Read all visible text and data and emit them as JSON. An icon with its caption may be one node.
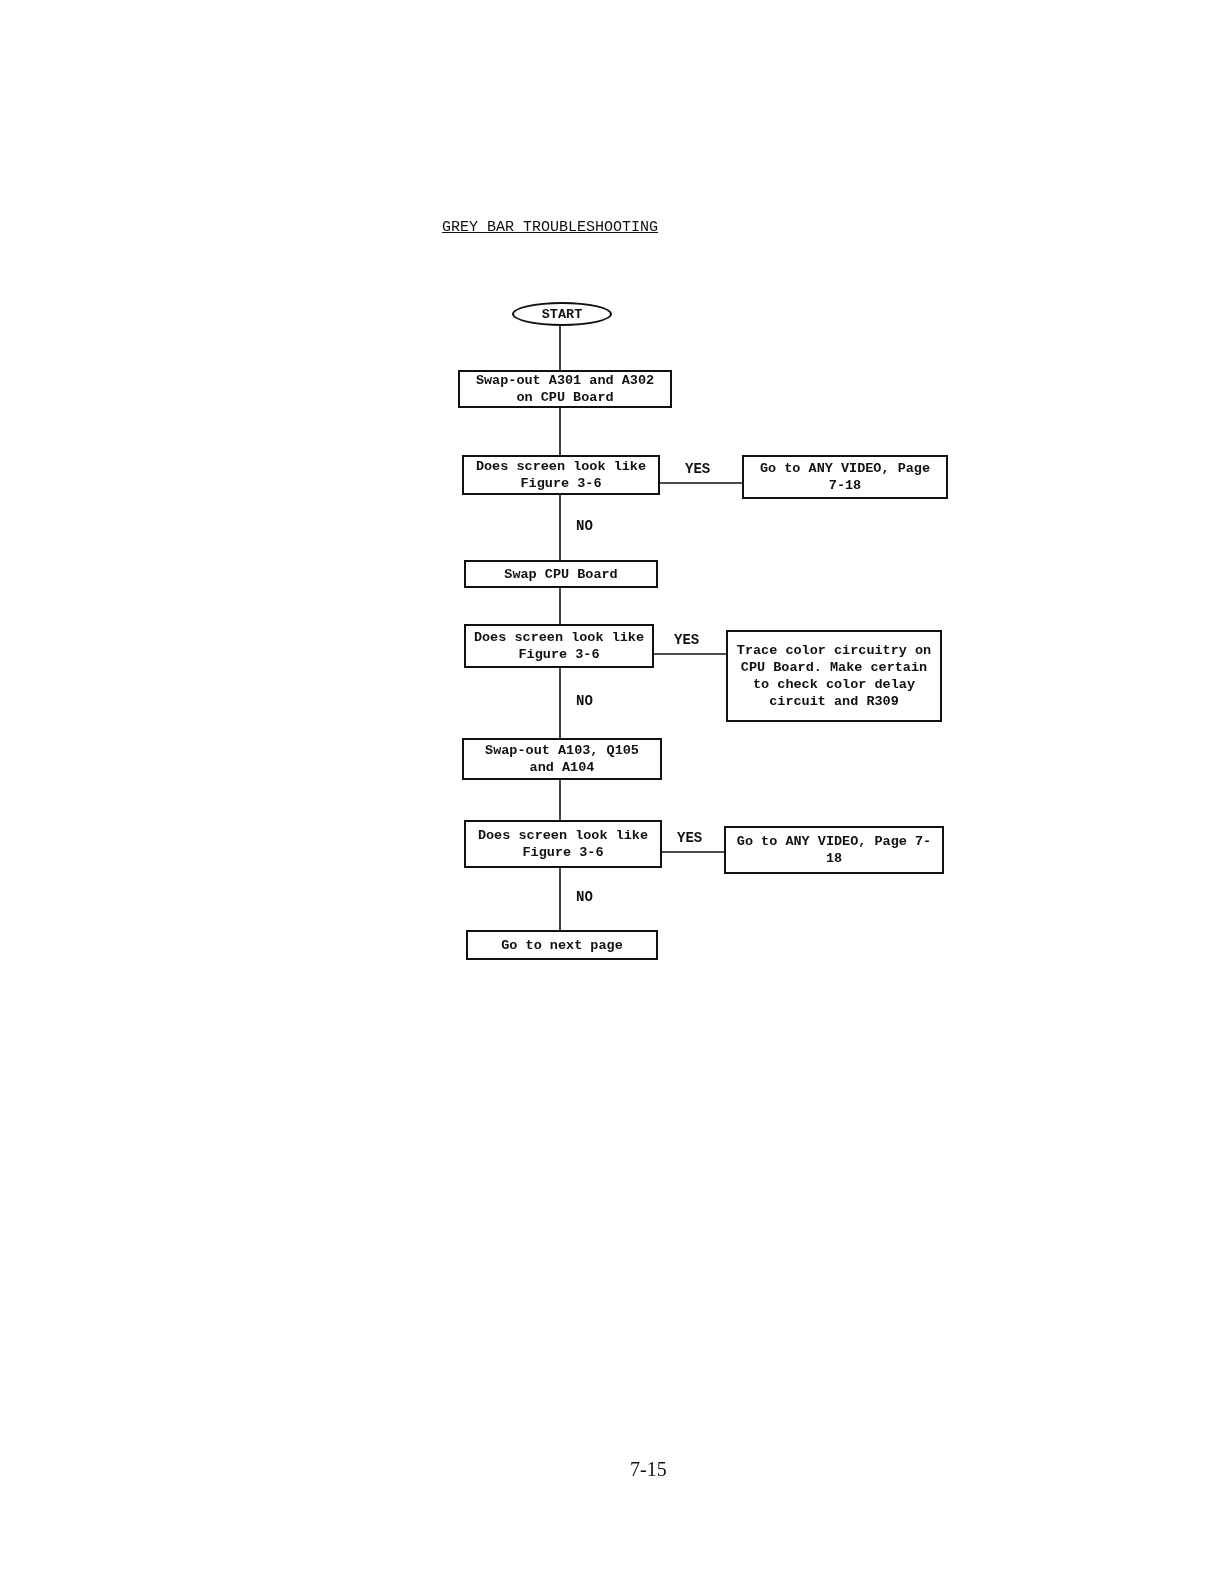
{
  "diagram": {
    "title": "GREY BAR TROUBLESHOOTING",
    "nodes": [
      {
        "text": [
          "START"
        ]
      },
      {
        "text": [
          "Swap-out A301 and A302 on CPU Board"
        ]
      },
      {
        "text": [
          "Does screen look like Figure 3-6"
        ]
      },
      {
        "text": [
          "Go to ANY VIDEO, Page 7-18"
        ]
      },
      {
        "text": [
          "Swap CPU Board"
        ]
      },
      {
        "text": [
          "Does screen look like Figure 3-6"
        ]
      },
      {
        "text": [
          "Trace color circuitry on CPU Board. Make certain to check color delay circuit and R309"
        ]
      },
      {
        "text": [
          "Swap-out A103, Q105 and A104"
        ]
      },
      {
        "text": [
          "Does screen look like Figure 3-6"
        ]
      },
      {
        "text": [
          "Go to ANY VIDEO, Page 7-18"
        ]
      },
      {
        "text": [
          "Go to next page"
        ]
      }
    ],
    "edges": [
      {
        "from": 0,
        "to": 1,
        "arrow": "none"
      },
      {
        "from": 1,
        "to": 2,
        "arrow": "none"
      },
      {
        "from": 2,
        "to": 3,
        "arrow": "none",
        "label": "YES"
      },
      {
        "from": 2,
        "to": 4,
        "arrow": "none",
        "label": "NO"
      },
      {
        "from": 4,
        "to": 5,
        "arrow": "none"
      },
      {
        "from": 5,
        "to": 6,
        "arrow": "none",
        "label": "YES"
      },
      {
        "from": 5,
        "to": 7,
        "arrow": "none",
        "label": "NO"
      },
      {
        "from": 7,
        "to": 8,
        "arrow": "none"
      },
      {
        "from": 8,
        "to": 9,
        "arrow": "none",
        "label": "YES"
      },
      {
        "from": 8,
        "to": 10,
        "arrow": "none",
        "label": "NO"
      }
    ],
    "labels": [
      "7-15"
    ]
  }
}
